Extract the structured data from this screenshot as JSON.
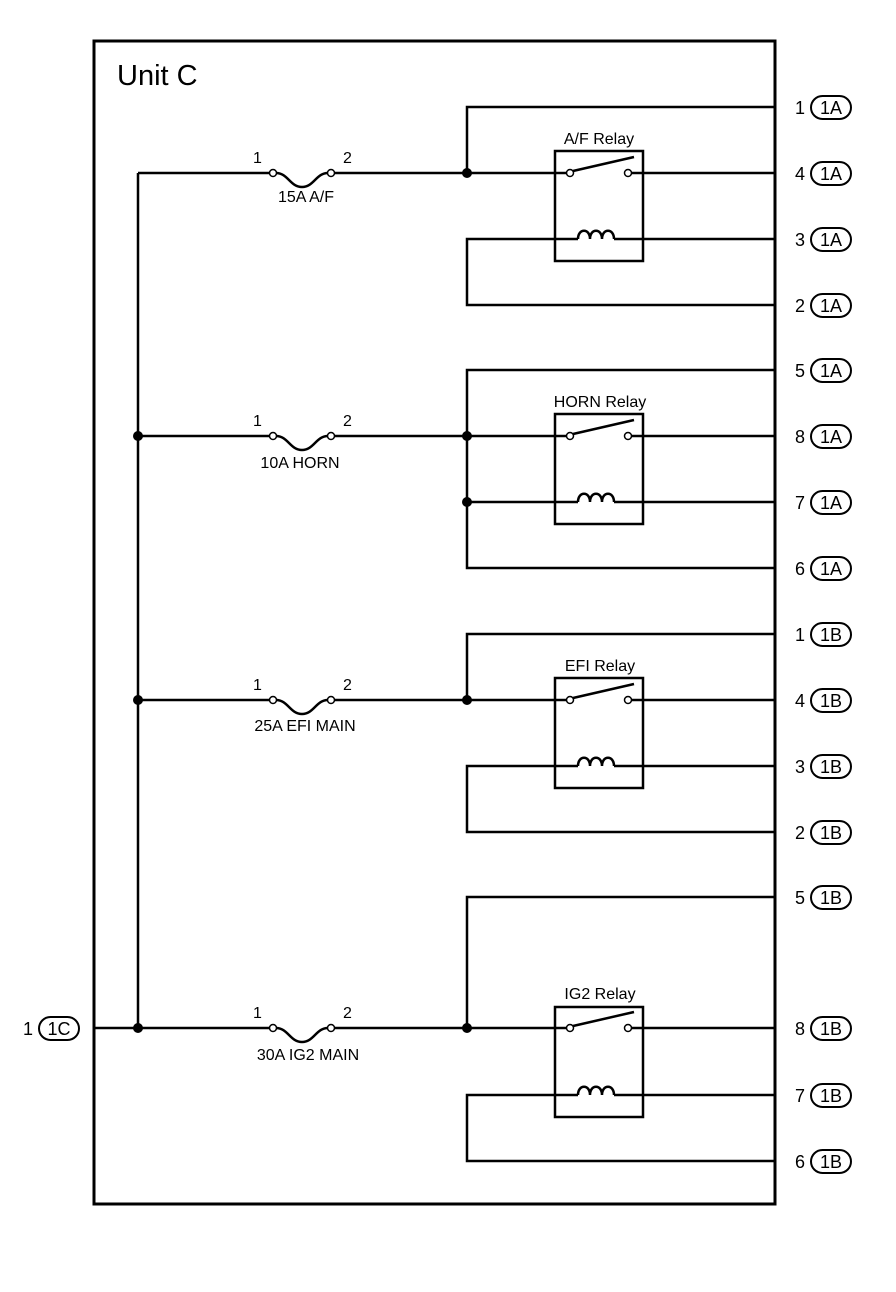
{
  "unit_title": "Unit C",
  "relays": [
    {
      "name": "A/F Relay",
      "fuse": "15A A/F",
      "fuse_pin_in": "1",
      "fuse_pin_out": "2",
      "pins": [
        {
          "num": "1",
          "conn": "1A"
        },
        {
          "num": "4",
          "conn": "1A"
        },
        {
          "num": "3",
          "conn": "1A"
        },
        {
          "num": "2",
          "conn": "1A"
        }
      ]
    },
    {
      "name": "HORN Relay",
      "fuse": "10A HORN",
      "fuse_pin_in": "1",
      "fuse_pin_out": "2",
      "pins": [
        {
          "num": "5",
          "conn": "1A"
        },
        {
          "num": "8",
          "conn": "1A"
        },
        {
          "num": "7",
          "conn": "1A"
        },
        {
          "num": "6",
          "conn": "1A"
        }
      ]
    },
    {
      "name": "EFI Relay",
      "fuse": "25A EFI MAIN",
      "fuse_pin_in": "1",
      "fuse_pin_out": "2",
      "pins": [
        {
          "num": "1",
          "conn": "1B"
        },
        {
          "num": "4",
          "conn": "1B"
        },
        {
          "num": "3",
          "conn": "1B"
        },
        {
          "num": "2",
          "conn": "1B"
        }
      ]
    },
    {
      "name": "IG2 Relay",
      "fuse": "30A IG2 MAIN",
      "fuse_pin_in": "1",
      "fuse_pin_out": "2",
      "pins": [
        {
          "num": "5",
          "conn": "1B"
        },
        {
          "num": "8",
          "conn": "1B"
        },
        {
          "num": "7",
          "conn": "1B"
        },
        {
          "num": "6",
          "conn": "1B"
        }
      ]
    }
  ],
  "input": {
    "num": "1",
    "conn": "1C"
  }
}
